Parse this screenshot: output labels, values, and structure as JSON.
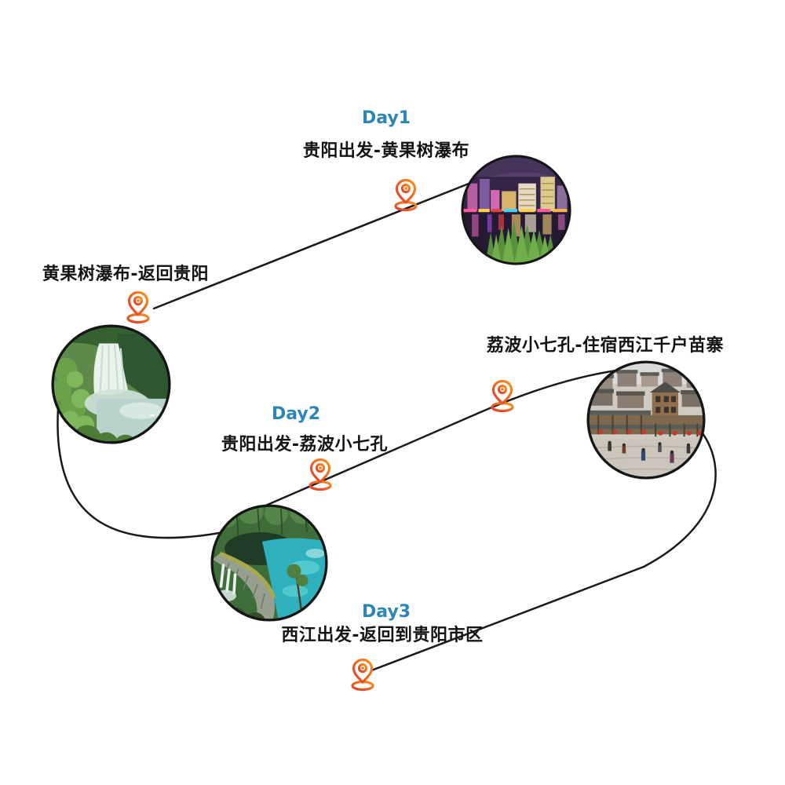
{
  "legs": [
    {
      "day_label": "Day1",
      "route_label": "贵阳出发-黄果树瀑布"
    },
    {
      "route_label": "黄果树瀑布-返回贵阳"
    },
    {
      "day_label": "Day2",
      "route_label": "贵阳出发-荔波小七孔"
    },
    {
      "route_label": "荔波小七孔-住宿西江千户苗寨"
    },
    {
      "day_label": "Day3",
      "route_label": "西江出发-返回到贵阳市区"
    }
  ],
  "photos": [
    {
      "name": "guiyang-night-cityscape"
    },
    {
      "name": "huangguoshu-waterfall"
    },
    {
      "name": "libo-xiaoqikong-lake"
    },
    {
      "name": "xijiang-miao-village"
    }
  ],
  "icons": {
    "map_pin": "map-pin-icon"
  },
  "colors": {
    "day_label_blue": "#2b86b5",
    "route_text_black": "#141414",
    "connector_line": "#1a1a1a",
    "pin_gradient_start": "#e23a2b",
    "pin_gradient_end": "#f7931e"
  }
}
